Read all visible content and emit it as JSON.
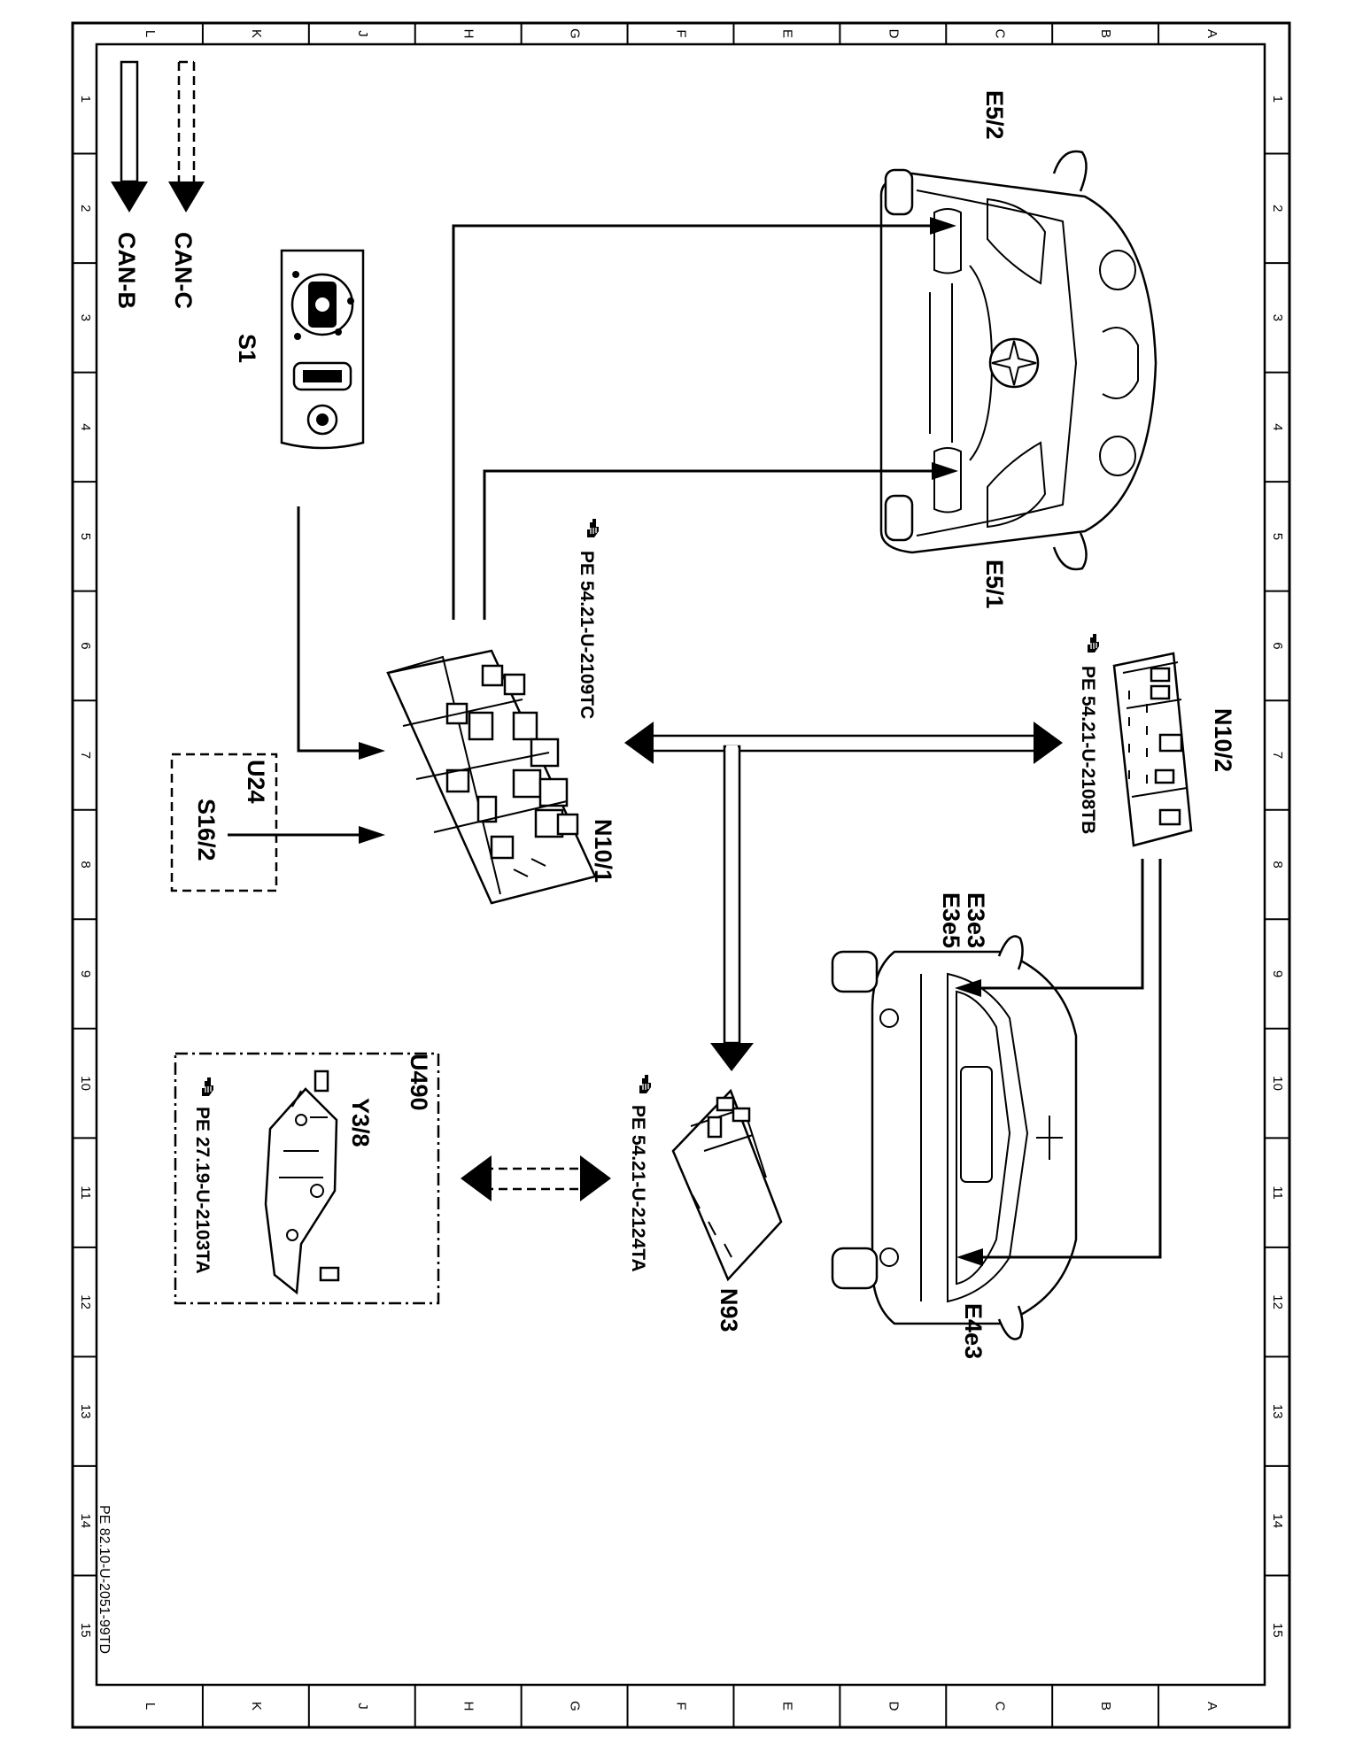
{
  "frame": {
    "column_labels_top": [
      "L",
      "K",
      "J",
      "H",
      "G",
      "F",
      "E",
      "D",
      "C",
      "B",
      "A"
    ],
    "column_labels_bottom": [
      "L",
      "K",
      "J",
      "H",
      "G",
      "F",
      "E",
      "D",
      "C",
      "B",
      "A"
    ],
    "row_labels": [
      "1",
      "2",
      "3",
      "4",
      "5",
      "6",
      "7",
      "8",
      "9",
      "10",
      "11",
      "12",
      "13",
      "14",
      "15"
    ],
    "doc_ref": "PE 82.10-U-2051-99TD"
  },
  "legend": {
    "can_c": "CAN-C",
    "can_b": "CAN-B"
  },
  "components": {
    "e5_2": "E5/2",
    "e5_1": "E5/1",
    "s1": "S1",
    "n10_1": "N10/1",
    "n10_1_ref": "PE 54.21-U-2109TC",
    "n10_2": "N10/2",
    "n10_2_ref": "PE 54.21-U-2108TB",
    "u24": "U24",
    "s16_2": "S16/2",
    "e3e3": "E3e3",
    "e3e5": "E3e5",
    "e4e3": "E4e3",
    "n93": "N93",
    "n93_ref": "PE 54.21-U-2124TA",
    "u490": "U490",
    "y3_8": "Y3/8",
    "y3_8_ref": "PE 27.19-U-2103TA"
  },
  "icons": [
    "front-car-icon",
    "rear-car-icon",
    "light-switch-icon",
    "control-module-icon",
    "pointing-hand-icon"
  ]
}
